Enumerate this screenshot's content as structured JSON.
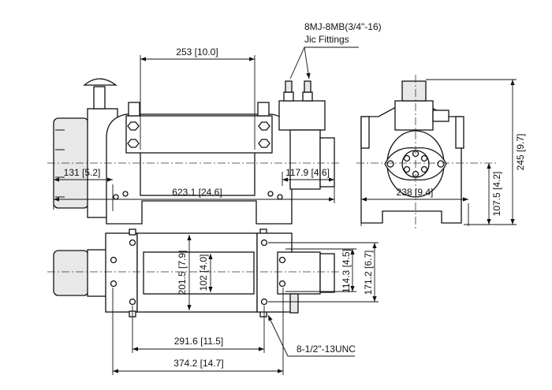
{
  "drawing": {
    "fitting_callout": {
      "line1": "8MJ-8MB(3/4\"-16)",
      "line2": "Jic Fittings"
    },
    "front_view": {
      "drum_length": "253 [10.0]",
      "motor_offset": "131 [5.2]",
      "motor_end": "117.9 [4.6]",
      "overall_length": "623.1 [24.6]"
    },
    "side_view": {
      "overall_height": "245 [9.7]",
      "center_height": "107.5 [4.2]",
      "overall_width": "238 [9.4]"
    },
    "top_view": {
      "flange_diameter": "201.5 [7.9]",
      "drum_diameter": "102 [4.0]",
      "bolt_spacing_inner": "114.3 [4.5]",
      "bolt_spacing_outer": "171.2 [6.7]",
      "bolt_length_inner": "291.6 [11.5]",
      "bolt_length_outer": "374.2 [14.7]",
      "bolt_callout": "8-1/2\"-13UNC"
    }
  }
}
